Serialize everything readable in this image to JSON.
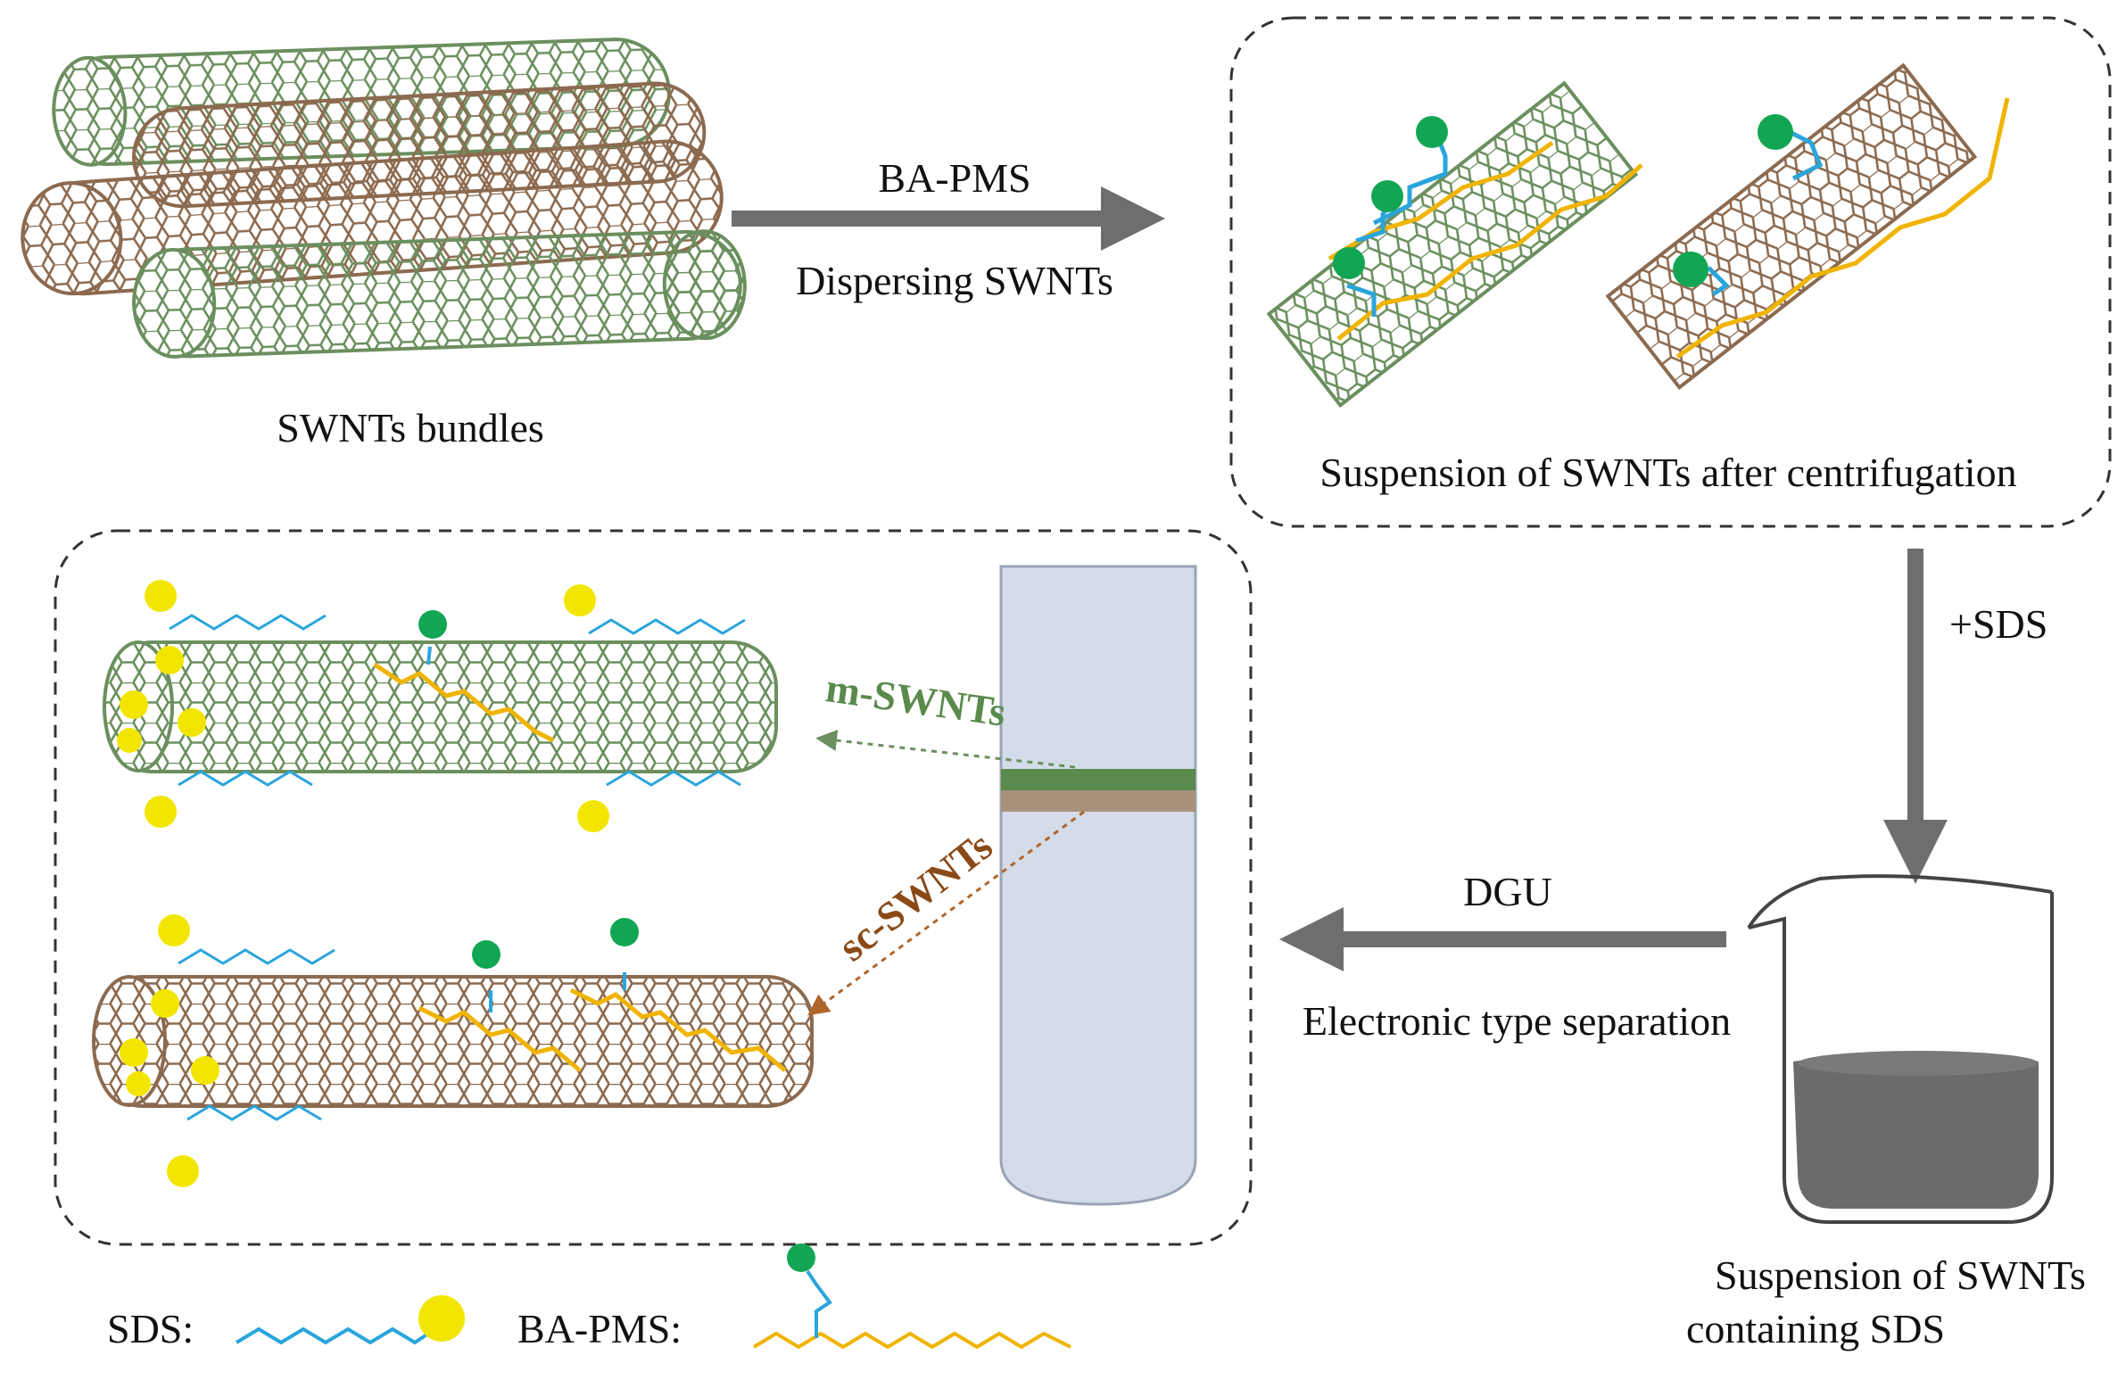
{
  "labels": {
    "bundles": "SWNTs bundles",
    "arrow1_top": "BA-PMS",
    "arrow1_bottom": "Dispersing SWNTs",
    "suspension_centrifugation": "Suspension of SWNTs after centrifugation",
    "sds_add": "+SDS",
    "dgu": "DGU",
    "electronic_separation": "Electronic type separation",
    "beaker_caption_line1": "Suspension  of SWNTs",
    "beaker_caption_line2": "containing SDS",
    "m_swnts": "m-SWNTs",
    "sc_swnts": "sc-SWNTs",
    "legend_sds": "SDS:",
    "legend_bapms": "BA-PMS:"
  },
  "colors": {
    "metallic_tube": "#6b8f5e",
    "semiconducting_tube": "#8c6a4f",
    "sds_head": "#f2e600",
    "sds_tail": "#2aa5dc",
    "bapms_head": "#12a654",
    "bapms_chain": "#f0b400",
    "arrow": "#6e6e6e",
    "m_band": "#5a8a4c",
    "sc_band": "#a8927c",
    "tube_fill": "#d4dcea",
    "liquid": "#6b6b6b"
  }
}
